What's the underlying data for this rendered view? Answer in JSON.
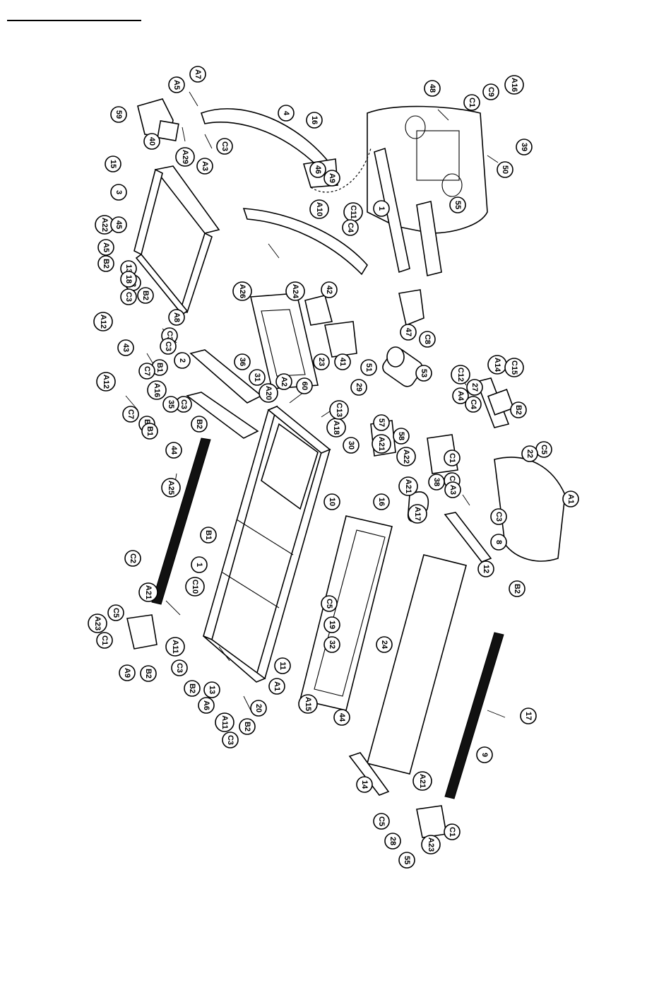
{
  "colors": {
    "ink": "#000000",
    "paper": "#ffffff",
    "belt": "#111111"
  },
  "labels": [
    "A5",
    "A7",
    "4",
    "59",
    "16",
    "48",
    "C9",
    "A16",
    "C1",
    "39",
    "40",
    "A29",
    "A3",
    "C3",
    "46",
    "50",
    "15",
    "A9",
    "A10",
    "C11",
    "1",
    "C4",
    "55",
    "3",
    "A22",
    "45",
    "A5",
    "B2",
    "13",
    "53",
    "18",
    "C3",
    "B2",
    "A8",
    "C3",
    "A26",
    "A24",
    "42",
    "47",
    "C8",
    "C3",
    "A12",
    "43",
    "B1",
    "C7",
    "A16",
    "2",
    "B1",
    "C3",
    "B2",
    "35",
    "36",
    "31",
    "A20",
    "A2",
    "60",
    "23",
    "41",
    "51",
    "53",
    "C12",
    "A14",
    "C15",
    "A4",
    "27",
    "29",
    "C4",
    "B2",
    "A18",
    "C13",
    "A12",
    "C7",
    "B1",
    "44",
    "A25",
    "57",
    "58",
    "30",
    "A21",
    "C1",
    "C9",
    "38",
    "A21",
    "A22",
    "C5",
    "22",
    "A1",
    "A3",
    "C3",
    "8",
    "B2",
    "12",
    "10",
    "A17",
    "16",
    "C2",
    "B1",
    "1",
    "C10",
    "C5",
    "19",
    "32",
    "24",
    "A21",
    "C5",
    "A23",
    "C1",
    "A9",
    "B2",
    "A11",
    "C3",
    "B2",
    "13",
    "A6",
    "A11",
    "C3",
    "B2",
    "20",
    "A1",
    "11",
    "A15",
    "44",
    "17",
    "9",
    "14",
    "A21",
    "C5",
    "28",
    "C1",
    "A23",
    "55"
  ]
}
